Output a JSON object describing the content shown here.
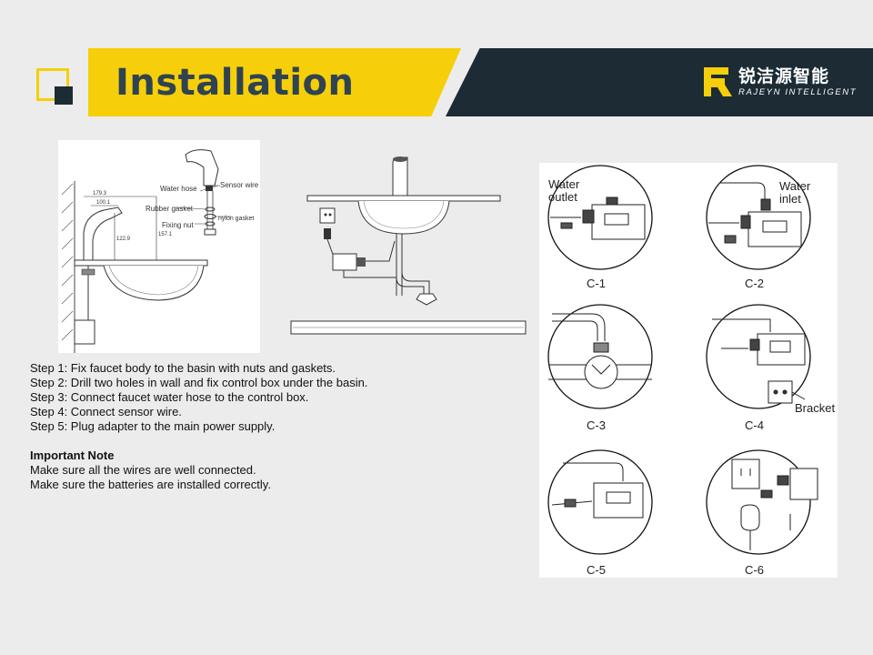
{
  "header": {
    "title": "Installation",
    "brand_cn": "锐洁源智能",
    "brand_en": "RAJEYN INTELLIGENT"
  },
  "diagram_left": {
    "labels": {
      "water_hose": "Water hose",
      "sensor_wire": "Sensor wire",
      "rubber_gasket": "Rubber gasket",
      "nylon_gasket": "nylon gasket",
      "fixing_nut": "Fixing nut"
    },
    "dims": [
      "179.3",
      "100.1",
      "122.9",
      "157.1"
    ]
  },
  "diagram_right": {
    "water_outlet": [
      "Water",
      "outlet"
    ],
    "water_inlet": [
      "Water",
      "inlet"
    ],
    "bracket": "Bracket",
    "captions": [
      "C-1",
      "C-2",
      "C-3",
      "C-4",
      "C-5",
      "C-6"
    ]
  },
  "instructions": {
    "steps": [
      "Step 1: Fix faucet body to the basin with nuts and gaskets.",
      "Step 2: Drill two holes in wall and fix control box under the basin.",
      "Step 3: Connect faucet water hose to the control box.",
      "Step 4: Connect sensor wire.",
      "Step 5: Plug adapter to the main power supply."
    ],
    "note_title": "Important Note",
    "notes": [
      "Make sure all the wires are well connected.",
      "Make sure the batteries are installed correctly."
    ]
  },
  "colors": {
    "accent_yellow": "#f6cf0a",
    "dark_navy": "#1c2b34",
    "title_text": "#2f4350",
    "background": "#ececec"
  }
}
